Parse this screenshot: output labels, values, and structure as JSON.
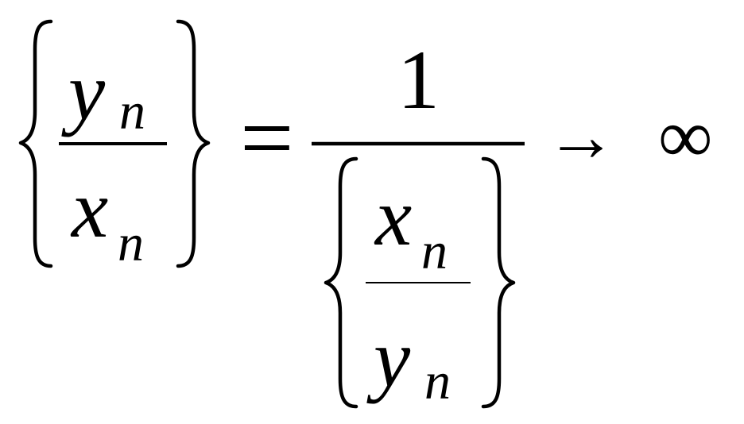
{
  "formula": {
    "left_fraction": {
      "numerator": {
        "var": "y",
        "sub": "n"
      },
      "denominator": {
        "var": "x",
        "sub": "n"
      }
    },
    "equals": "=",
    "right_fraction": {
      "numerator": "1",
      "inner_fraction": {
        "numerator": {
          "var": "x",
          "sub": "n"
        },
        "denominator": {
          "var": "y",
          "sub": "n"
        }
      }
    },
    "arrow": "→",
    "limit": "∞"
  }
}
